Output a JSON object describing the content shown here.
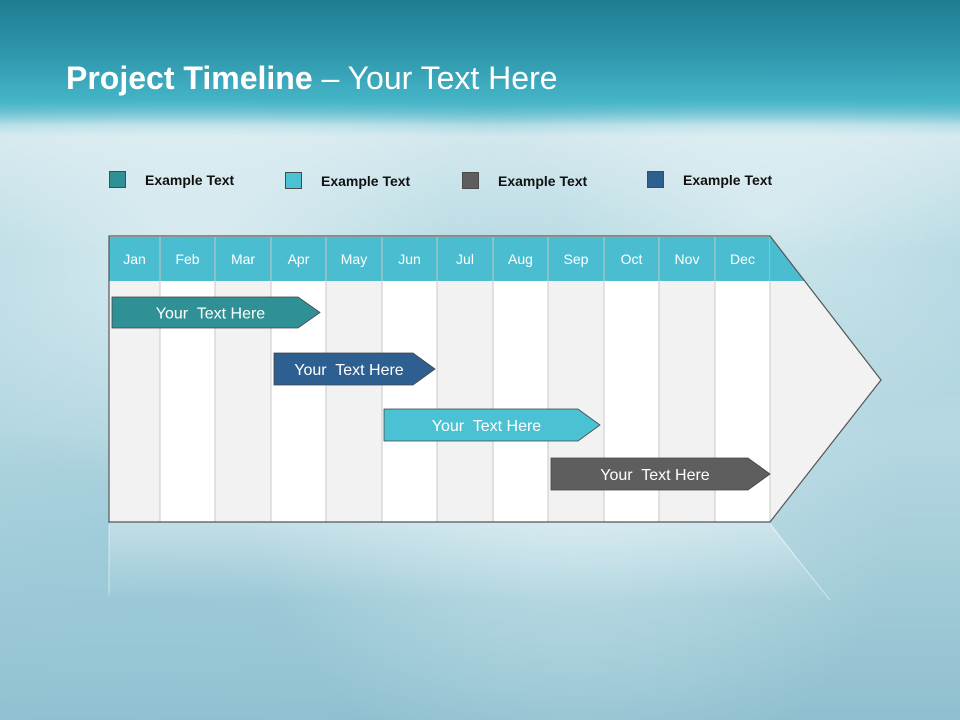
{
  "title": {
    "bold": "Project Timeline",
    "rest": " – Your Text Here"
  },
  "legend": [
    {
      "label": "Example Text",
      "color": "#2f9196"
    },
    {
      "label": "Example Text",
      "color": "#4bc1d4"
    },
    {
      "label": "Example Text",
      "color": "#5e5e5e"
    },
    {
      "label": "Example Text",
      "color": "#2e5f91"
    }
  ],
  "months": [
    "Jan",
    "Feb",
    "Mar",
    "Apr",
    "May",
    "Jun",
    "Jul",
    "Aug",
    "Sep",
    "Oct",
    "Nov",
    "Dec"
  ],
  "tasks": [
    {
      "label": "Your  Text Here",
      "color": "#2f9196",
      "text_color": "#ffffff"
    },
    {
      "label": "Your  Text Here",
      "color": "#2e5f91",
      "text_color": "#ffffff"
    },
    {
      "label": "Your  Text Here",
      "color": "#4bc1d4",
      "text_color": "#ffffff"
    },
    {
      "label": "Your  Text Here",
      "color": "#5e5e5e",
      "text_color": "#ffffff"
    }
  ],
  "colors": {
    "header": "#4bbdd0",
    "column_light": "#f2f2f2",
    "column_white": "#ffffff"
  }
}
